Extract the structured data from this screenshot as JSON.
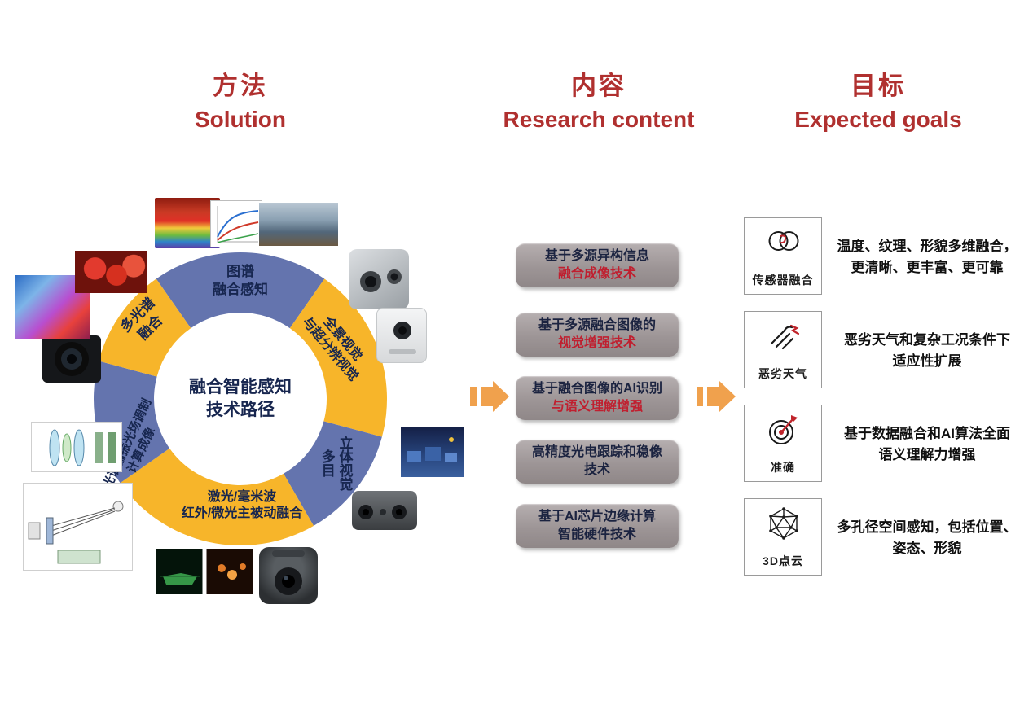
{
  "headers": {
    "solution": {
      "zh": "方法",
      "en": "Solution"
    },
    "content": {
      "zh": "内容",
      "en": "Research content"
    },
    "goals": {
      "zh": "目标",
      "en": "Expected goals"
    }
  },
  "solution": {
    "center": {
      "line1": "融合智能感知",
      "line2": "技术路径"
    },
    "segments": [
      {
        "name": "图谱融合感知",
        "line1": "图谱",
        "line2": "融合感知",
        "color": "blue"
      },
      {
        "name": "全景视觉与超分辨视觉",
        "line1": "全景视觉",
        "line2": "与超分辨视觉",
        "color": "yellow"
      },
      {
        "name": "多目立体视觉",
        "line1": "多目",
        "line2": "立体视觉",
        "color": "blue"
      },
      {
        "name": "激光毫米波红外微光主被动融合",
        "line1": "激光/毫米波",
        "line2": "红外/微光主被动融合",
        "color": "yellow"
      },
      {
        "name": "光谱偏振光场调制计算成像",
        "line1": "光谱偏振光场调制",
        "line2": "计算成像",
        "color": "blue"
      },
      {
        "name": "多光谱融合",
        "line1": "多光谱",
        "line2": "融合",
        "color": "yellow"
      }
    ],
    "colors": {
      "blue": "#6474ae",
      "yellow": "#f7b52a"
    },
    "thumbnails": [
      "multispectral-fruit-cube",
      "spectral-curves-chart",
      "panorama-photo",
      "multi-lens-panoramic-camera",
      "white-surveillance-camera",
      "underwater-boxes-photo",
      "stereo-camera",
      "gimbal-camera",
      "thermal-image-pair",
      "optical-path-diagram",
      "lens-stack-diagram",
      "black-camera-lens",
      "polarization-thermal-image",
      "red-fruit-spectral-image"
    ]
  },
  "research": {
    "boxes": [
      {
        "line1": "基于多源异构信息",
        "line2": "融合成像技术",
        "accent": "red"
      },
      {
        "line1": "基于多源融合图像的",
        "line2": "视觉增强技术",
        "accent": "red"
      },
      {
        "line1": "基于融合图像的AI识别",
        "line2": "与语义理解增强",
        "accent": "red"
      },
      {
        "line1": "高精度光电跟踪和稳像",
        "line2": "技术",
        "accent": "dark"
      },
      {
        "line1": "基于AI芯片边缘计算",
        "line2": "智能硬件技术",
        "accent": "dark"
      }
    ]
  },
  "goals": {
    "items": [
      {
        "icon": "sensor-fusion-icon",
        "label": "传感器融合",
        "desc1": "温度、纹理、形貌多维融合，",
        "desc2": "更清晰、更丰富、更可靠"
      },
      {
        "icon": "bad-weather-icon",
        "label": "恶劣天气",
        "desc1": "恶劣天气和复杂工况条件下",
        "desc2": "适应性扩展"
      },
      {
        "icon": "accuracy-target-icon",
        "label": "准确",
        "desc1": "基于数据融合和AI算法全面",
        "desc2": "语义理解力增强"
      },
      {
        "icon": "point-cloud-icon",
        "label": "3D点云",
        "desc1": "多孔径空间感知，包括位置、",
        "desc2": "姿态、形貌"
      }
    ]
  },
  "colors": {
    "header_red": "#b0302f",
    "accent_red": "#c01f2f",
    "dark_navy": "#17264f",
    "arrow_orange": "#f0a14d",
    "box_gray": "#9d9596"
  }
}
